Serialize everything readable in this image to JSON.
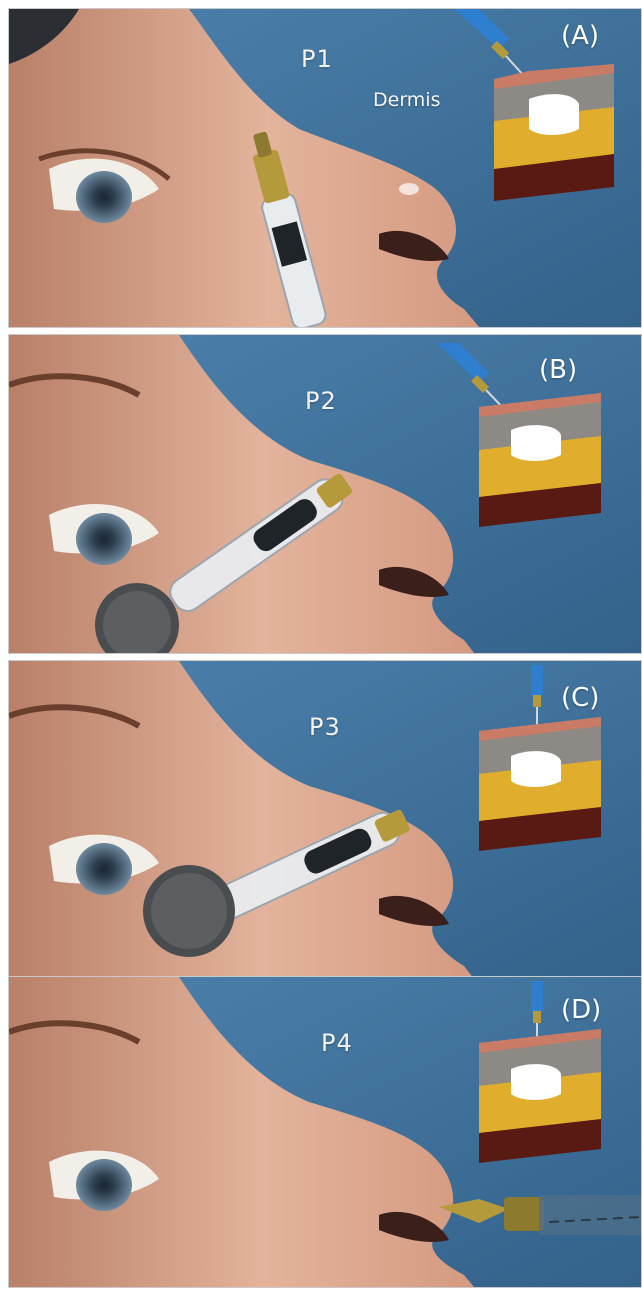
{
  "panels": [
    {
      "step": "P1",
      "letter": "(A)",
      "annotation": "Dermis"
    },
    {
      "step": "P2",
      "letter": "(B)"
    },
    {
      "step": "P3",
      "letter": "(C)"
    },
    {
      "step": "P4",
      "letter": "(D)"
    }
  ],
  "colors": {
    "background": "#3d6f99",
    "skin": "#d9a58b",
    "dermis_layer": "#8d8a86",
    "fat_layer": "#e1ad2c",
    "muscle_layer": "#5a1a14",
    "filler": "#ffffff",
    "needle_hub": "#b59a3c",
    "pen": "#2f7fd1"
  }
}
